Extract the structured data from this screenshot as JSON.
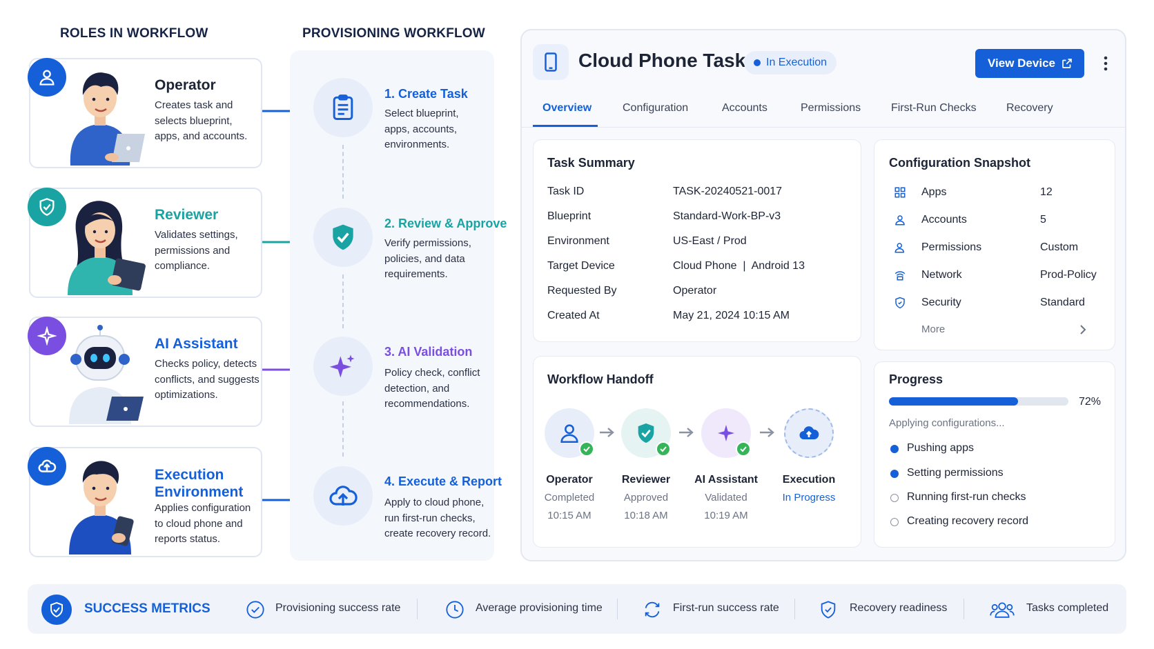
{
  "roles_header": "ROLES IN WORKFLOW",
  "workflow_header": "PROVISIONING WORKFLOW",
  "roles": [
    {
      "name": "Operator",
      "desc_lines": [
        "Creates task and",
        "selects blueprint,",
        "apps, and accounts."
      ],
      "color": "#1560d8"
    },
    {
      "name": "Reviewer",
      "desc_lines": [
        "Validates settings,",
        "permissions and",
        "compliance."
      ],
      "color": "#1aa3a3"
    },
    {
      "name": "AI Assistant",
      "desc_lines": [
        "Checks policy, detects",
        "conflicts, and suggests",
        "optimizations."
      ],
      "color": "#7a4ee0"
    },
    {
      "name_lines": [
        "Execution",
        "Environment"
      ],
      "desc_lines": [
        "Applies configuration",
        "to cloud phone and",
        "reports status."
      ],
      "color": "#1560d8"
    }
  ],
  "steps": [
    {
      "title": "1. Create Task",
      "desc_lines": [
        "Select blueprint,",
        "apps, accounts,",
        "environments."
      ],
      "icon": "clipboard-icon"
    },
    {
      "title": "2. Review & Approve",
      "desc_lines": [
        "Verify permissions,",
        "policies, and data",
        "requirements."
      ],
      "icon": "shield-check-icon"
    },
    {
      "title": "3. AI Validation",
      "desc_lines": [
        "Policy check, conflict",
        "detection, and",
        "recommendations."
      ],
      "icon": "sparkle-icon"
    },
    {
      "title": "4. Execute & Report",
      "desc_lines": [
        "Apply to cloud phone,",
        "run first-run checks,",
        "create recovery record."
      ],
      "icon": "cloud-upload-icon"
    }
  ],
  "task": {
    "title": "Cloud Phone Task",
    "status": "In Execution",
    "view_device": "View Device",
    "tabs": [
      "Overview",
      "Configuration",
      "Accounts",
      "Permissions",
      "First-Run Checks",
      "Recovery"
    ],
    "active_tab": "Overview"
  },
  "summary": {
    "title": "Task Summary",
    "rows": [
      {
        "k": "Task ID",
        "v": "TASK-20240521-0017"
      },
      {
        "k": "Blueprint",
        "v": "Standard-Work-BP-v3"
      },
      {
        "k": "Environment",
        "v": "US-East / Prod"
      },
      {
        "k": "Target Device",
        "v": "Cloud Phone  |  Android 13"
      },
      {
        "k": "Requested By",
        "v": "Operator"
      },
      {
        "k": "Created At",
        "v": "May 21, 2024 10:15 AM"
      }
    ]
  },
  "snapshot": {
    "title": "Configuration Snapshot",
    "rows": [
      {
        "k": "Apps",
        "v": "12",
        "icon": "grid-icon"
      },
      {
        "k": "Accounts",
        "v": "5",
        "icon": "user-icon"
      },
      {
        "k": "Permissions",
        "v": "Custom",
        "icon": "user-lock-icon"
      },
      {
        "k": "Network",
        "v": "Prod-Policy",
        "icon": "network-icon"
      },
      {
        "k": "Security",
        "v": "Standard",
        "icon": "shield-icon"
      }
    ],
    "more": "More"
  },
  "handoff": {
    "title": "Workflow Handoff",
    "items": [
      {
        "name": "Operator",
        "status": "Completed",
        "time": "10:15 AM"
      },
      {
        "name": "Reviewer",
        "status": "Approved",
        "time": "10:18 AM"
      },
      {
        "name": "AI Assistant",
        "status": "Validated",
        "time": "10:19 AM"
      },
      {
        "name": "Execution",
        "status": "In Progress",
        "time": ""
      }
    ]
  },
  "progress": {
    "title": "Progress",
    "percent_label": "72%",
    "fraction": 0.72,
    "status": "Applying configurations...",
    "items": [
      {
        "label": "Pushing apps",
        "done": true
      },
      {
        "label": "Setting permissions",
        "done": true
      },
      {
        "label": "Running first-run checks",
        "done": false
      },
      {
        "label": "Creating recovery record",
        "done": false
      }
    ]
  },
  "metrics": {
    "title": "SUCCESS METRICS",
    "items": [
      "Provisioning success rate",
      "Average provisioning time",
      "First-run success rate",
      "Recovery readiness",
      "Tasks completed"
    ]
  },
  "colors": {
    "primary": "#1560d8",
    "teal": "#1aa3a3",
    "purple": "#7a4ee0",
    "green": "#35b45a"
  }
}
